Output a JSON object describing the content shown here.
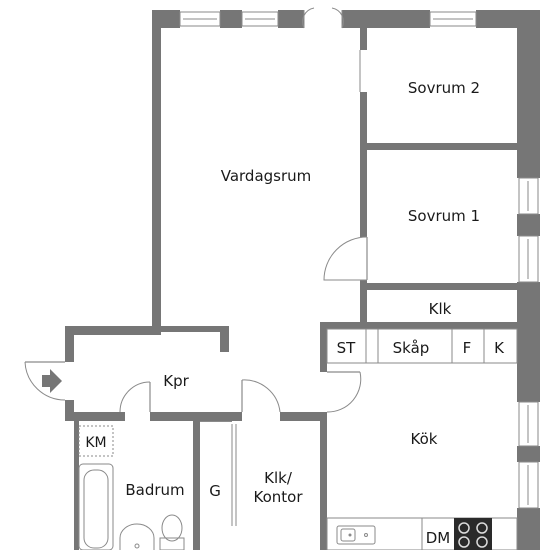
{
  "floorplan": {
    "rooms": {
      "sovrum2": "Sovrum 2",
      "vardagsrum": "Vardagsrum",
      "sovrum1": "Sovrum 1",
      "klk_upper": "Klk",
      "st": "ST",
      "skap": "Skåp",
      "f": "F",
      "k": "K",
      "kpr": "Kpr",
      "kok": "Kök",
      "km": "KM",
      "badrum": "Badrum",
      "g": "G",
      "klk_kontor_line1": "Klk/",
      "klk_kontor_line2": "Kontor",
      "dm": "DM"
    },
    "colors": {
      "wall": "#767676",
      "window": "#d0d0d0",
      "line": "#8a8a8a",
      "background": "#ffffff"
    },
    "icons": [
      "entrance-arrow-icon",
      "window-icon",
      "door-swing-icon",
      "stove-icon",
      "sink-icon",
      "bathtub-icon",
      "toilet-icon",
      "washbasin-icon"
    ]
  }
}
